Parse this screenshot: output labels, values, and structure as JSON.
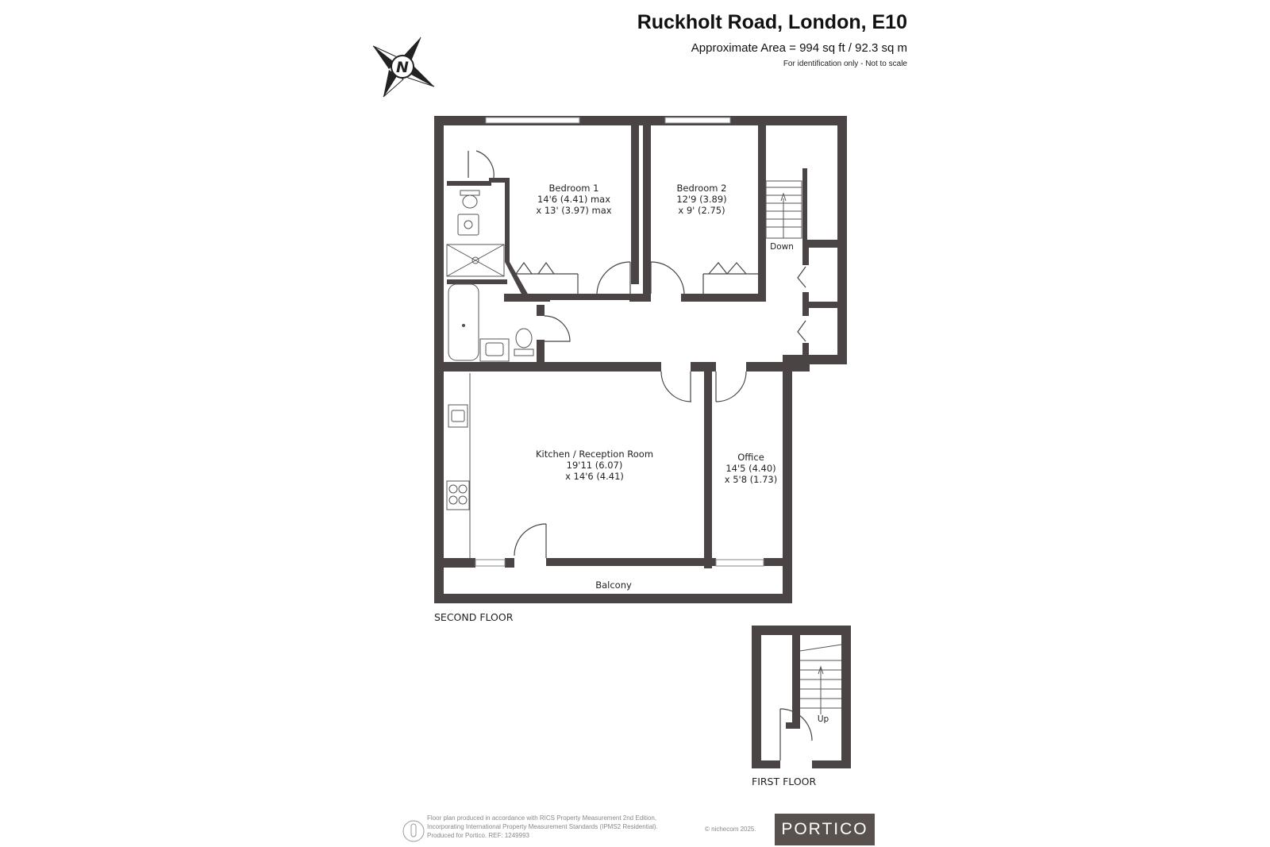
{
  "header": {
    "title": "Ruckholt Road, London, E10",
    "area": "Approximate Area = 994 sq ft / 92.3 sq m",
    "note": "For identification only - Not to scale"
  },
  "compass": {
    "letter": "N",
    "icon": "compass-rose-icon"
  },
  "rooms": {
    "bedroom1": {
      "name": "Bedroom 1",
      "dim1": "14'6 (4.41) max",
      "dim2": "x 13' (3.97) max"
    },
    "bedroom2": {
      "name": "Bedroom 2",
      "dim1": "12'9 (3.89)",
      "dim2": "x 9' (2.75)"
    },
    "kitchen": {
      "name": "Kitchen / Reception Room",
      "dim1": "19'11 (6.07)",
      "dim2": "x 14'6 (4.41)"
    },
    "office": {
      "name": "Office",
      "dim1": "14'5 (4.40)",
      "dim2": "x 5'8 (1.73)"
    },
    "balcony": {
      "name": "Balcony"
    }
  },
  "stairs": {
    "down": "Down",
    "up": "Up"
  },
  "floors": {
    "second": "SECOND FLOOR",
    "first": "FIRST FLOOR"
  },
  "footer": {
    "line1": "Floor plan produced in accordance with RICS Property Measurement 2nd Edition,",
    "line2": "Incorporating International Property Measurement Standards (IPMS2 Residential).",
    "line3": "Produced for Portico.   REF: 1249993",
    "copyright": "© nichecom 2025.",
    "brand": "PORTICO"
  },
  "colors": {
    "wall": "#4a4544",
    "brand_bg": "#58514e",
    "fixture": "#555555"
  }
}
